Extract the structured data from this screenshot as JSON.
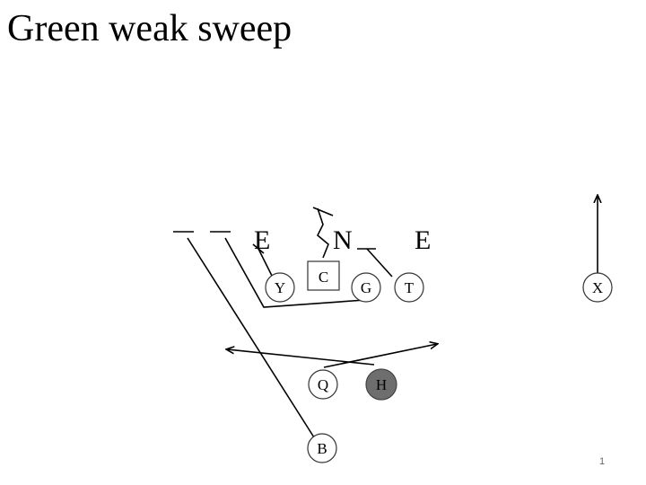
{
  "title": "Green weak sweep",
  "slide_number": "1",
  "defense": {
    "labels": [
      "E",
      "N",
      "E"
    ]
  },
  "offense": {
    "center": "C",
    "players": [
      {
        "label": "Y"
      },
      {
        "label": "G"
      },
      {
        "label": "T"
      },
      {
        "label": "X"
      },
      {
        "label": "Q"
      },
      {
        "label": "H",
        "highlight": true
      },
      {
        "label": "B"
      }
    ]
  },
  "colors": {
    "highlight_fill": "#6e6e6e",
    "stroke": "#000000"
  }
}
